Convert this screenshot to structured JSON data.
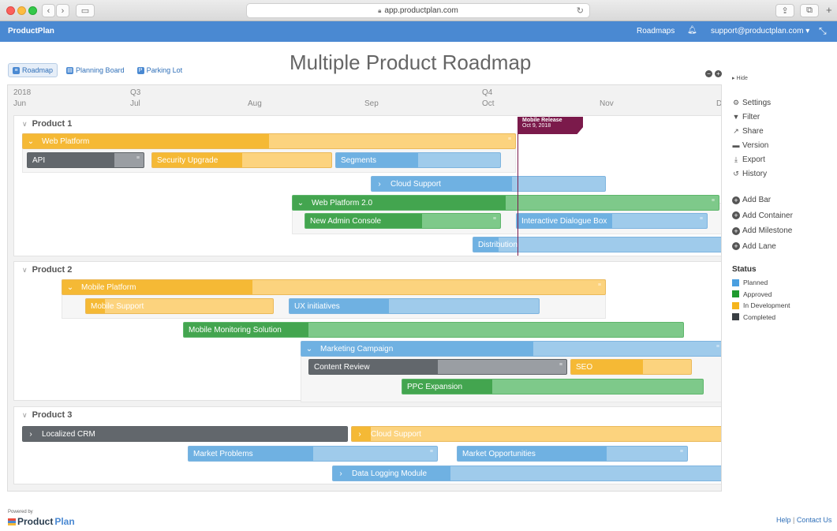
{
  "browser": {
    "url": "app.productplan.com"
  },
  "header": {
    "brand": "ProductPlan",
    "nav_roadmaps": "Roadmaps",
    "user": "support@productplan.com"
  },
  "tabs": [
    {
      "label": "Roadmap"
    },
    {
      "label": "Planning Board"
    },
    {
      "label": "Parking Lot"
    }
  ],
  "page_title": "Multiple Product Roadmap",
  "timeline": {
    "years": [
      "2018",
      "Q3",
      "Q4"
    ],
    "months": [
      "Jun",
      "Jul",
      "Aug",
      "Sep",
      "Oct",
      "Nov",
      "D"
    ]
  },
  "milestone": {
    "title": "Mobile Release",
    "date": "Oct 9, 2018"
  },
  "lanes": [
    {
      "title": "Product 1",
      "bars": [
        {
          "label": "Web Platform",
          "color": "yellow",
          "progress": 0.5,
          "toggle": "down"
        },
        {
          "label": "API",
          "color": "dark",
          "progress": 0.75
        },
        {
          "label": "Security Upgrade",
          "color": "yellow",
          "progress": 0.5
        },
        {
          "label": "Segments",
          "color": "blue",
          "progress": 0.5
        },
        {
          "label": "Cloud Support",
          "color": "blue",
          "progress": 0.6,
          "toggle": "right"
        },
        {
          "label": "Web Platform 2.0",
          "color": "green",
          "progress": 0.5,
          "toggle": "down"
        },
        {
          "label": "New Admin Console",
          "color": "green",
          "progress": 0.6
        },
        {
          "label": "Interactive Dialogue Box",
          "color": "blue",
          "progress": 0.5
        },
        {
          "label": "Distribution",
          "color": "blue",
          "progress": 0.1
        }
      ]
    },
    {
      "title": "Product 2",
      "bars": [
        {
          "label": "Mobile Platform",
          "color": "yellow",
          "progress": 0.35,
          "toggle": "down"
        },
        {
          "label": "Mobile Support",
          "color": "yellow",
          "progress": 0.1
        },
        {
          "label": "UX initiatives",
          "color": "blue",
          "progress": 0.4
        },
        {
          "label": "Mobile Monitoring Solution",
          "color": "green",
          "progress": 0.25
        },
        {
          "label": "Marketing Campaign",
          "color": "blue",
          "progress": 0.55,
          "toggle": "down"
        },
        {
          "label": "Content Review",
          "color": "dark",
          "progress": 0.5
        },
        {
          "label": "SEO",
          "color": "yellow",
          "progress": 0.6
        },
        {
          "label": "PPC Expansion",
          "color": "green",
          "progress": 0.3
        }
      ]
    },
    {
      "title": "Product 3",
      "bars": [
        {
          "label": "Localized CRM",
          "color": "dark",
          "progress": 1.0,
          "toggle": "right"
        },
        {
          "label": "Cloud Support",
          "color": "yellow",
          "progress": 0.05,
          "toggle": "right"
        },
        {
          "label": "Market Problems",
          "color": "blue",
          "progress": 0.55
        },
        {
          "label": "Market Opportunities",
          "color": "blue",
          "progress": 0.65
        },
        {
          "label": "Data Logging Module",
          "color": "blue",
          "progress": 0.3,
          "toggle": "right"
        }
      ]
    }
  ],
  "right_panel": {
    "hide": "Hide",
    "menu": [
      {
        "label": "Settings",
        "icon": "gear-icon"
      },
      {
        "label": "Filter",
        "icon": "filter-icon"
      },
      {
        "label": "Share",
        "icon": "share-icon"
      },
      {
        "label": "Version",
        "icon": "version-icon"
      },
      {
        "label": "Export",
        "icon": "export-icon"
      },
      {
        "label": "History",
        "icon": "history-icon"
      }
    ],
    "add": [
      {
        "label": "Add Bar"
      },
      {
        "label": "Add Container"
      },
      {
        "label": "Add Milestone"
      },
      {
        "label": "Add Lane"
      }
    ],
    "status_title": "Status",
    "status": [
      {
        "label": "Planned",
        "color": "#4a9fe0"
      },
      {
        "label": "Approved",
        "color": "#1f9a2e"
      },
      {
        "label": "In Development",
        "color": "#f5b51c"
      },
      {
        "label": "Completed",
        "color": "#3a3f44"
      }
    ]
  },
  "footer": {
    "powered_by": "Powered by",
    "logo_product": "Product",
    "logo_plan": "Plan",
    "help": "Help",
    "separator": "|",
    "contact": "Contact Us"
  }
}
